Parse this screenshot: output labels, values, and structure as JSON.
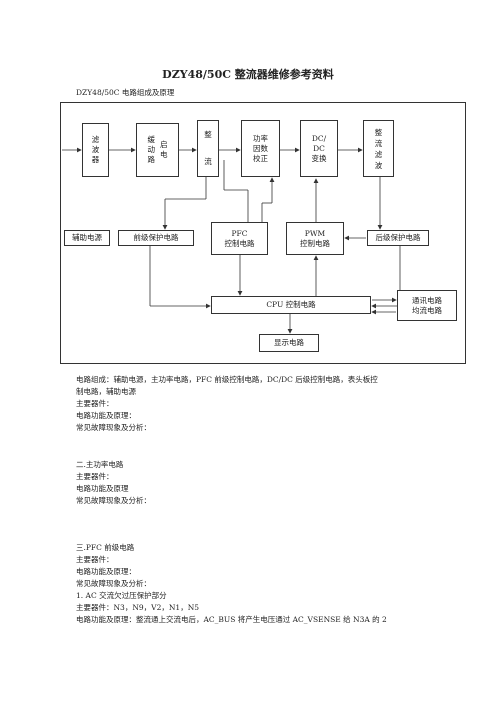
{
  "doc": {
    "title": "DZY48/50C 整流器维修参考资料",
    "subtitle": "DZY48/50C 电路组成及原理"
  },
  "diagram": {
    "filter": "滤\n波\n器",
    "buffer_start_a": "缓\n动\n路",
    "buffer_start_b": "启\n电",
    "rectifier_a": "整",
    "rectifier_b": "流",
    "pfc_correction": "功率\n因数\n校正",
    "dcdc": "DC/\nDC\n变换",
    "output_filter": "整\n流\n滤\n波",
    "aux_power": "辅助电源",
    "front_protect": "前级保护电路",
    "pfc_ctrl": "PFC\n控制电路",
    "pwm_ctrl": "PWM\n控制电路",
    "rear_protect": "后级保护电路",
    "cpu": "CPU 控制电路",
    "comm": "通讯电路\n均流电路",
    "display": "显示电路"
  },
  "sections": {
    "s0_line1": "电路组成：辅助电源，主功率电路，PFC 前级控制电路，DC/DC 后级控制电路，表头板控",
    "s0_line2": "制电路，辅助电源",
    "s0_parts": "主要器件：",
    "s0_func": "电路功能及原理：",
    "s0_fault": "常见故障现象及分析：",
    "s1_title": "二.主功率电路",
    "s1_parts": "主要器件：",
    "s1_func": "电路功能及原理",
    "s1_fault": "常见故障现象及分析：",
    "s2_title": "三.PFC 前级电路",
    "s2_parts": "主要器件：",
    "s2_func": "电路功能及原理：",
    "s2_fault": "常见故障现象及分析：",
    "s2_item1": "1.    AC 交流欠过压保护部分",
    "s2_item1_parts": "主要器件：N3，N9，V2，N1，N5",
    "s2_item1_func": "电路功能及原理：整流通上交流电后，AC_BUS 将产生电压通过 AC_VSENSE 给 N3A 的 2"
  }
}
